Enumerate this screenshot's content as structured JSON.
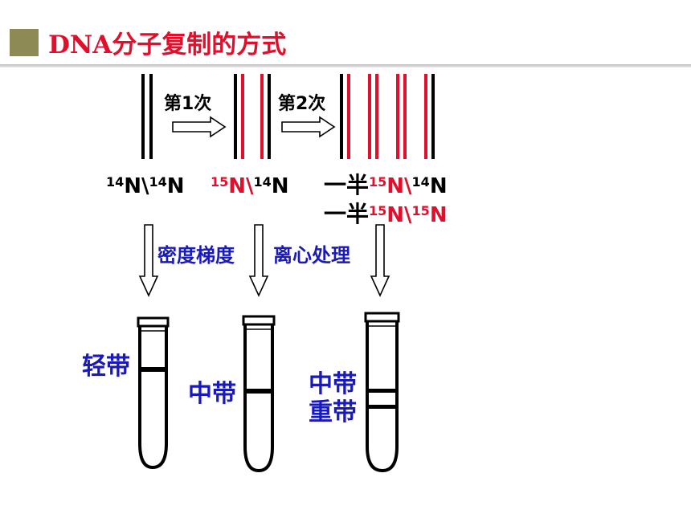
{
  "title": "DNA分子复制的方式",
  "colors": {
    "title": "#e0102c",
    "square": "#8e8a55",
    "red": "#e0102c",
    "black": "#000000",
    "blue": "#1a1ab8"
  },
  "steps": {
    "first": "第1次",
    "second": "第2次"
  },
  "labels": {
    "gen0_a_sup": "14",
    "gen0_a": "N\\",
    "gen0_b_sup": "14",
    "gen0_b": "N",
    "gen1_a_sup": "15",
    "gen1_a": "N\\",
    "gen1_b_sup": "14",
    "gen1_b": "N",
    "half": "一半",
    "gen2_line1_a_sup": "15",
    "gen2_line1_a": "N\\",
    "gen2_line1_b_sup": "14",
    "gen2_line1_b": "N",
    "gen2_line2_a_sup": "15",
    "gen2_line2_a": "N\\",
    "gen2_line2_b_sup": "15",
    "gen2_line2_b": "N"
  },
  "process": {
    "left": "密度梯度",
    "right": "离心处理"
  },
  "bands": {
    "light": "轻带",
    "middle": "中带",
    "middle2": "中带",
    "heavy": "重带"
  }
}
